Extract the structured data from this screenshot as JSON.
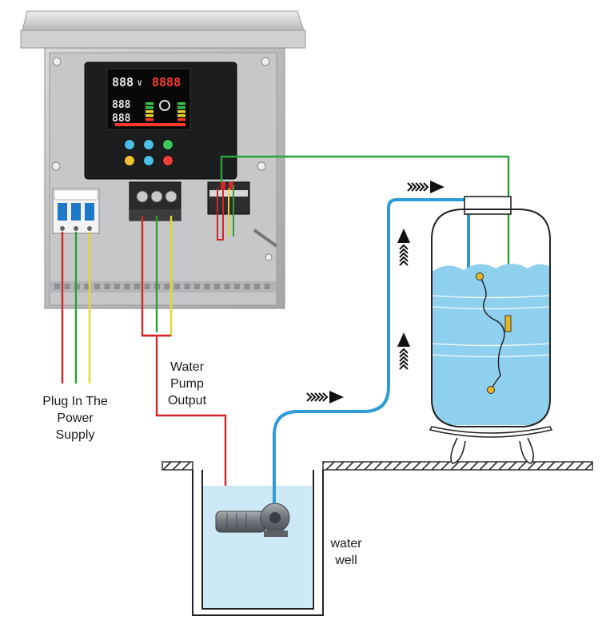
{
  "labels": {
    "power_supply": [
      "Plug In The",
      "Power",
      "Supply"
    ],
    "pump_output": [
      "Water",
      "Pump",
      "Output"
    ],
    "well": [
      "water",
      "well"
    ]
  },
  "display": {
    "voltage_reading": "888",
    "voltage_unit": "V",
    "current_reading": "8888",
    "row2": "888",
    "row3": "888"
  },
  "icons": {
    "flow_arrows": "chevron-arrow-icon",
    "control_buttons": [
      "auto-manual-button",
      "settings-button",
      "start-button",
      "mode-button",
      "query-button",
      "stop-button"
    ]
  },
  "colors": {
    "water_pipe": "#2f9bd6",
    "sensor_wire": "#29a33b",
    "live_wire": "#d3262b",
    "ground_wire": "#2e9e38",
    "neutral_wire": "#e6d52a",
    "water": "#cde9f5",
    "tank_water": "#8fd0ee"
  }
}
